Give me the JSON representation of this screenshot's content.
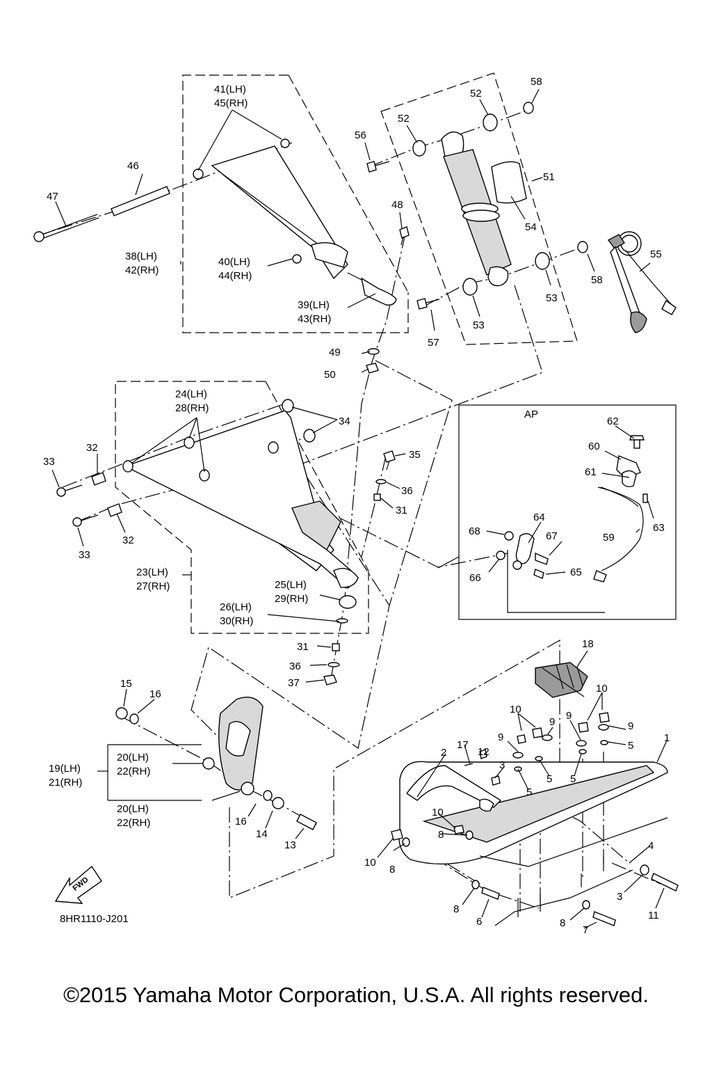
{
  "inset": {
    "title": "AP"
  },
  "document_code": "8HR1110-J201",
  "direction_arrow": "FWD",
  "copyright": "©2015 Yamaha Motor Corporation, U.S.A. All rights reserved.",
  "labels": [
    "41(LH)",
    "45(RH)",
    "58",
    "52",
    "52",
    "56",
    "46",
    "51",
    "47",
    "48",
    "54",
    "38(LH)",
    "42(RH)",
    "40(LH)",
    "44(RH)",
    "55",
    "58",
    "53",
    "39(LH)",
    "43(RH)",
    "53",
    "57",
    "49",
    "50",
    "24(LH)",
    "28(RH)",
    "34",
    "32",
    "33",
    "35",
    "36",
    "31",
    "32",
    "33",
    "23(LH)",
    "27(RH)",
    "25(LH)",
    "29(RH)",
    "26(LH)",
    "30(RH)",
    "31",
    "36",
    "37",
    "62",
    "60",
    "61",
    "63",
    "64",
    "68",
    "67",
    "59",
    "66",
    "65",
    "18",
    "15",
    "16",
    "10",
    "10",
    "9",
    "9",
    "9",
    "9",
    "5",
    "17",
    "2",
    "12",
    "3",
    "5",
    "5",
    "5",
    "1",
    "19(LH)",
    "21(RH)",
    "20(LH)",
    "22(RH)",
    "20(LH)",
    "22(RH)",
    "10",
    "16",
    "14",
    "13",
    "8",
    "10",
    "8",
    "4",
    "3",
    "11",
    "8",
    "6",
    "8",
    "7"
  ]
}
